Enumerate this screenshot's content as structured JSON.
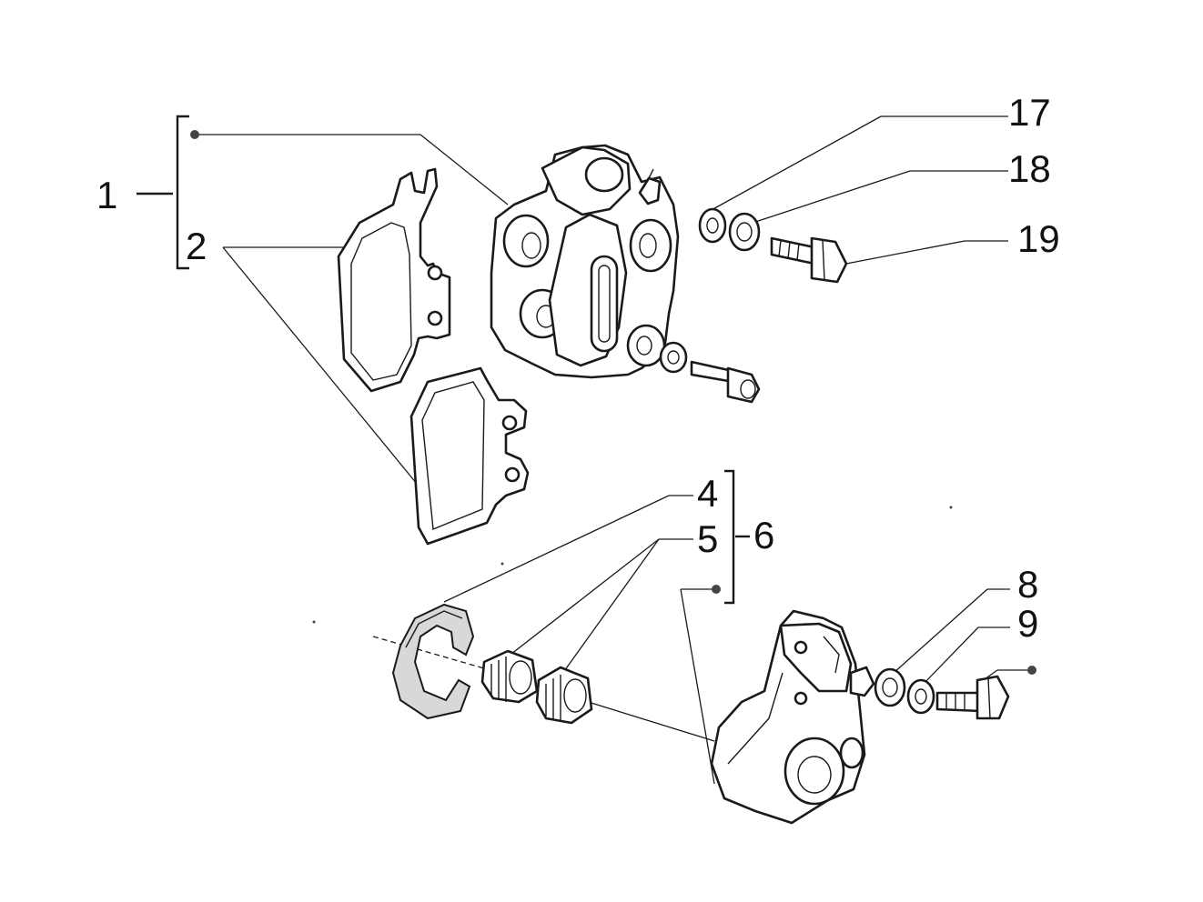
{
  "labels": {
    "l1": "1",
    "l2": "2",
    "l4": "4",
    "l5": "5",
    "l6": "6",
    "l8": "8",
    "l9": "9",
    "l17": "17",
    "l18": "18",
    "l19": "19"
  },
  "colors": {
    "ink": "#1a1a1a",
    "background": "#ffffff"
  }
}
